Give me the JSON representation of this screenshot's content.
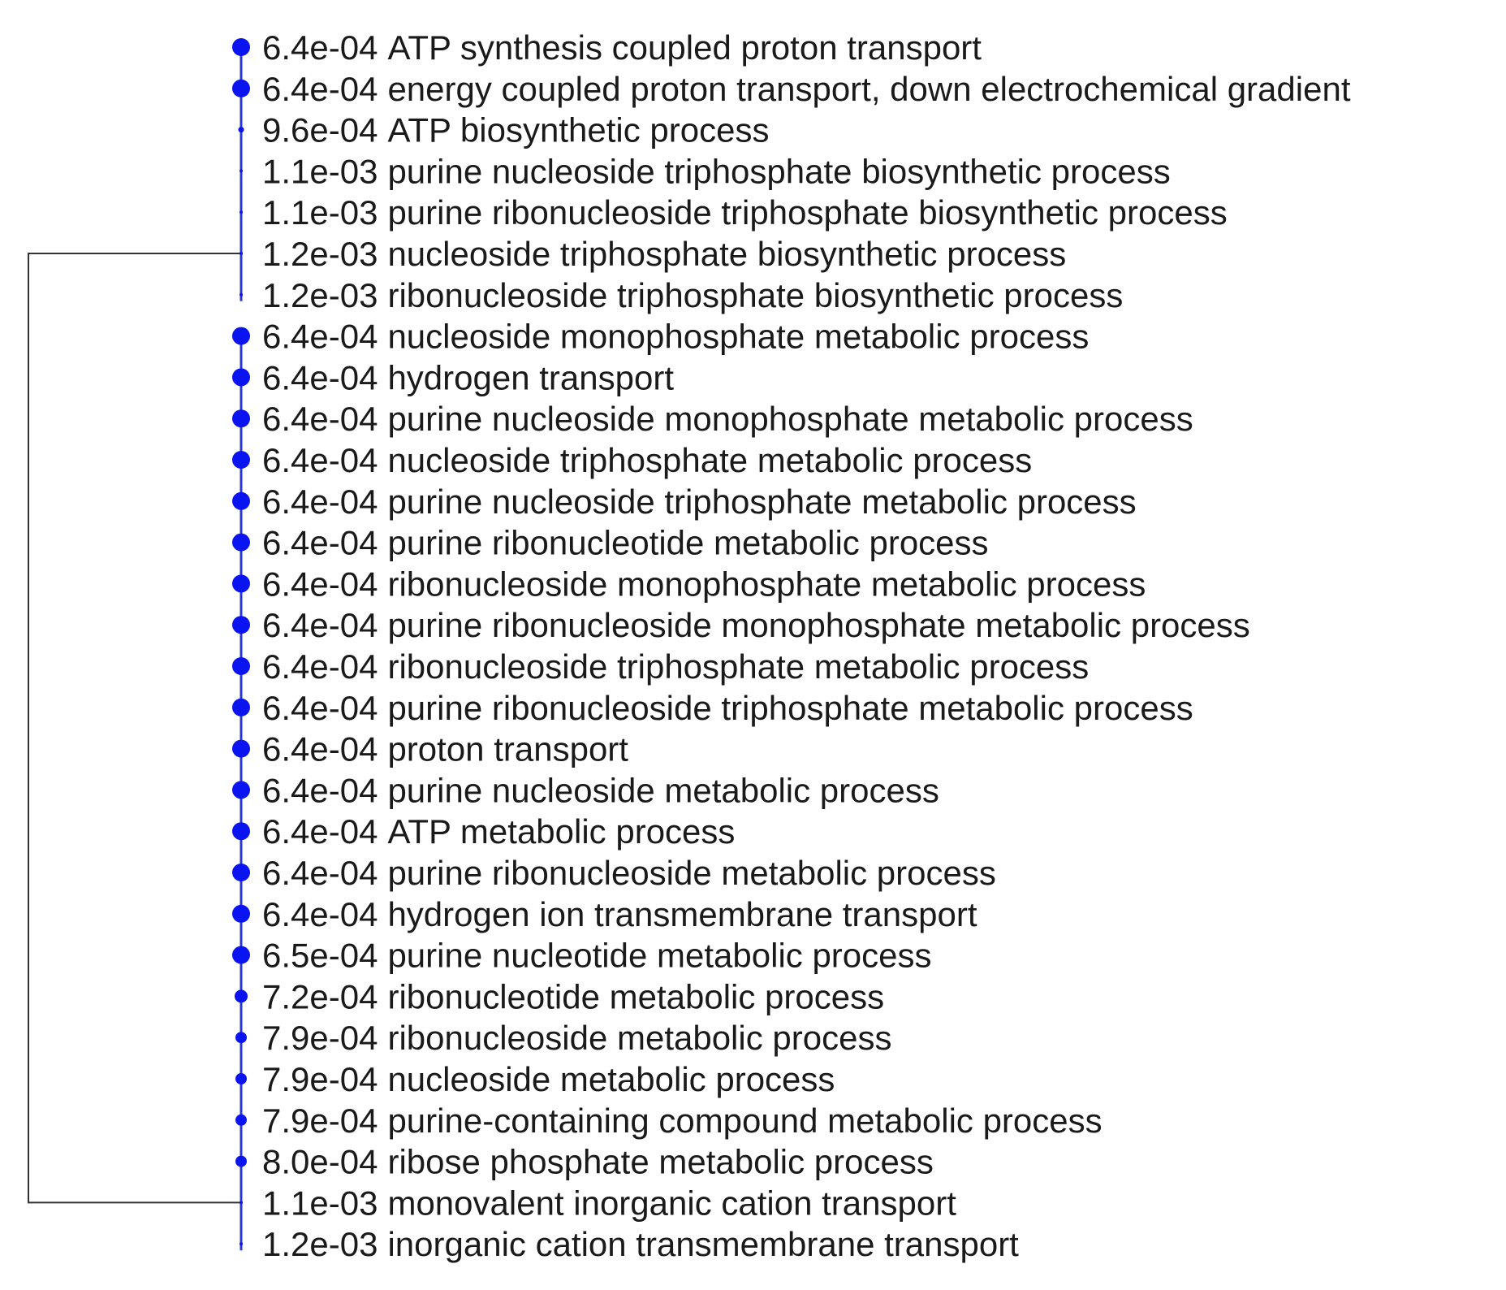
{
  "colors": {
    "node": "#0a14f0",
    "trunk": "#2a3ad0",
    "branch": "#333333",
    "text": "#1a1a1a"
  },
  "tree": {
    "clusters": [
      {
        "id": "cluster-1",
        "terms": [
          {
            "pvalue": "6.4e-04",
            "name": "ATP synthesis coupled proton transport",
            "p": 0.00064
          },
          {
            "pvalue": "6.4e-04",
            "name": "energy coupled proton transport, down electrochemical gradient",
            "p": 0.00064
          },
          {
            "pvalue": "9.6e-04",
            "name": "ATP biosynthetic process",
            "p": 0.00096
          },
          {
            "pvalue": "1.1e-03",
            "name": "purine nucleoside triphosphate biosynthetic process",
            "p": 0.0011
          },
          {
            "pvalue": "1.1e-03",
            "name": "purine ribonucleoside triphosphate biosynthetic process",
            "p": 0.0011
          },
          {
            "pvalue": "1.2e-03",
            "name": "nucleoside triphosphate biosynthetic process",
            "p": 0.0012
          },
          {
            "pvalue": "1.2e-03",
            "name": "ribonucleoside triphosphate biosynthetic process",
            "p": 0.0012
          }
        ]
      },
      {
        "id": "cluster-2",
        "terms": [
          {
            "pvalue": "6.4e-04",
            "name": "nucleoside monophosphate metabolic process",
            "p": 0.00064
          },
          {
            "pvalue": "6.4e-04",
            "name": "hydrogen transport",
            "p": 0.00064
          },
          {
            "pvalue": "6.4e-04",
            "name": "purine nucleoside monophosphate metabolic process",
            "p": 0.00064
          },
          {
            "pvalue": "6.4e-04",
            "name": "nucleoside triphosphate metabolic process",
            "p": 0.00064
          },
          {
            "pvalue": "6.4e-04",
            "name": "purine nucleoside triphosphate metabolic process",
            "p": 0.00064
          },
          {
            "pvalue": "6.4e-04",
            "name": "purine ribonucleotide metabolic process",
            "p": 0.00064
          },
          {
            "pvalue": "6.4e-04",
            "name": "ribonucleoside monophosphate metabolic process",
            "p": 0.00064
          },
          {
            "pvalue": "6.4e-04",
            "name": "purine ribonucleoside monophosphate metabolic process",
            "p": 0.00064
          },
          {
            "pvalue": "6.4e-04",
            "name": "ribonucleoside triphosphate metabolic process",
            "p": 0.00064
          },
          {
            "pvalue": "6.4e-04",
            "name": "purine ribonucleoside triphosphate metabolic process",
            "p": 0.00064
          },
          {
            "pvalue": "6.4e-04",
            "name": "proton transport",
            "p": 0.00064
          },
          {
            "pvalue": "6.4e-04",
            "name": "purine nucleoside metabolic process",
            "p": 0.00064
          },
          {
            "pvalue": "6.4e-04",
            "name": "ATP metabolic process",
            "p": 0.00064
          },
          {
            "pvalue": "6.4e-04",
            "name": "purine ribonucleoside metabolic process",
            "p": 0.00064
          },
          {
            "pvalue": "6.4e-04",
            "name": "hydrogen ion transmembrane transport",
            "p": 0.00064
          },
          {
            "pvalue": "6.5e-04",
            "name": "purine nucleotide metabolic process",
            "p": 0.00065
          },
          {
            "pvalue": "7.2e-04",
            "name": "ribonucleotide metabolic process",
            "p": 0.00072
          },
          {
            "pvalue": "7.9e-04",
            "name": "ribonucleoside metabolic process",
            "p": 0.00079
          },
          {
            "pvalue": "7.9e-04",
            "name": "nucleoside metabolic process",
            "p": 0.00079
          },
          {
            "pvalue": "7.9e-04",
            "name": "purine-containing compound metabolic process",
            "p": 0.00079
          },
          {
            "pvalue": "8.0e-04",
            "name": "ribose phosphate metabolic process",
            "p": 0.0008
          },
          {
            "pvalue": "1.1e-03",
            "name": "monovalent inorganic cation transport",
            "p": 0.0011
          },
          {
            "pvalue": "1.2e-03",
            "name": "inorganic cation transmembrane transport",
            "p": 0.0012
          }
        ]
      }
    ]
  }
}
